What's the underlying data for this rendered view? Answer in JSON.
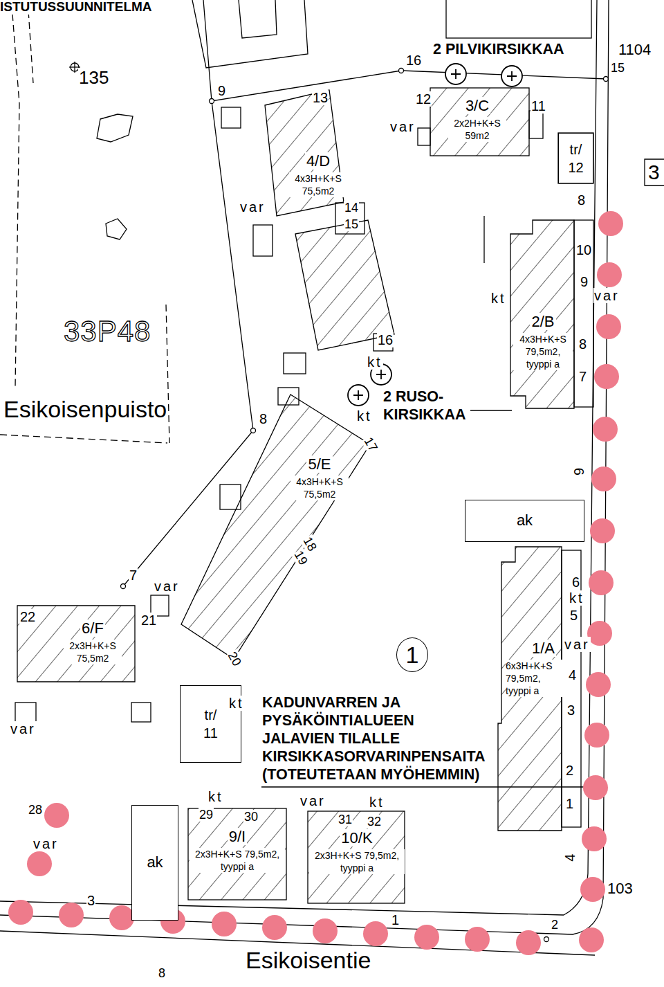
{
  "diagram": {
    "title": "ISTUTUSSUUNNITELMA",
    "nodes": [
      {
        "text": [
          "3/C",
          "2x2H+K+S 59m2"
        ]
      },
      {
        "text": [
          "4/D",
          "4x3H+K+S 75,5m2"
        ]
      },
      {
        "text": [
          "tr/ 12"
        ]
      },
      {
        "text": [
          "2/B",
          "4x3H+K+S 79,5m2, tyyppi a"
        ]
      },
      {
        "text": [
          "5/E",
          "4x3H+K+S 75,5m2"
        ]
      },
      {
        "text": [
          "ak"
        ]
      },
      {
        "text": [
          "6/F",
          "2x3H+K+S 75,5m2"
        ]
      },
      {
        "text": [
          "1"
        ]
      },
      {
        "text": [
          "1/A",
          "6x3H+K+S 79,5m2, tyyppi a"
        ]
      },
      {
        "text": [
          "tr/ 11"
        ]
      },
      {
        "text": [
          "ak"
        ]
      },
      {
        "text": [
          "9/I",
          "2x3H+K+S 79,5m2, tyyppi a"
        ]
      },
      {
        "text": [
          "10/K",
          "2x3H+K+S 79,5m2, tyyppi a"
        ]
      }
    ],
    "labels": [
      "2 PILVIKIRSIKKAA",
      "2 RUSO- KIRSIKKAA",
      "KADUNVARREN JA PYSÄKÖINTIALUEEN JALAVIEN TILALLE KIRSIKKASORVARINPENSAITA (TOTEUTETAAN MYÖHEMMIN)",
      "135",
      "33P48",
      "Esikoisenpuisto",
      "Esikoisentie",
      "9",
      "16",
      "1104",
      "15",
      "13",
      "12",
      "11",
      "var",
      "3",
      "8",
      "var",
      "14",
      "15",
      "10",
      "9",
      "var",
      "kt",
      "16",
      "8",
      "kt",
      "7",
      "kt",
      "8",
      "17",
      "6",
      "18",
      "19",
      "6",
      "kt",
      "5",
      "var",
      "4",
      "3",
      "2",
      "1",
      "7",
      "var",
      "22",
      "21",
      "20",
      "kt",
      "var",
      "kt",
      "29",
      "30",
      "var",
      "kt",
      "31",
      "32",
      "28",
      "var",
      "4",
      "3",
      "1",
      "103",
      "2",
      "8"
    ]
  }
}
